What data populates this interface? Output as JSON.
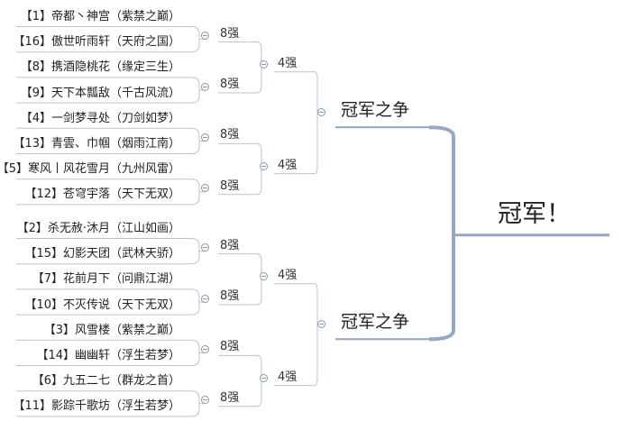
{
  "bracket": {
    "teams": [
      "【1】帝都丶神宫（紫禁之巅）",
      "【16】傲世听雨轩（天府之国）",
      "【8】携酒隐桃花（缘定三生）",
      "【9】天下本瓢敌（千古风流）",
      "【4】一剑梦寻处（刀剑如梦）",
      "【13】青雲、巾帼（烟雨江南）",
      "【5】寒风丨风花雪月（九州风雷）",
      "【12】苍穹宇落（天下无双）",
      "【2】杀无赦·沐月（江山如画）",
      "【15】幻影天团（武林天骄）",
      "【7】花前月下（问鼎江湖）",
      "【10】不灭传说（天下无双）",
      "【3】风雪楼（紫禁之巅）",
      "【14】幽幽轩（浮生若梦）",
      "【6】九五二七（群龙之首）",
      "【11】影踪千歌坊（浮生若梦）"
    ],
    "round8_label": "8强",
    "round4_label": "4强",
    "final_label": "冠军之争",
    "champion_label": "冠军！",
    "line_color": "#b8c4d6",
    "thick_color": "#97a8c4"
  }
}
